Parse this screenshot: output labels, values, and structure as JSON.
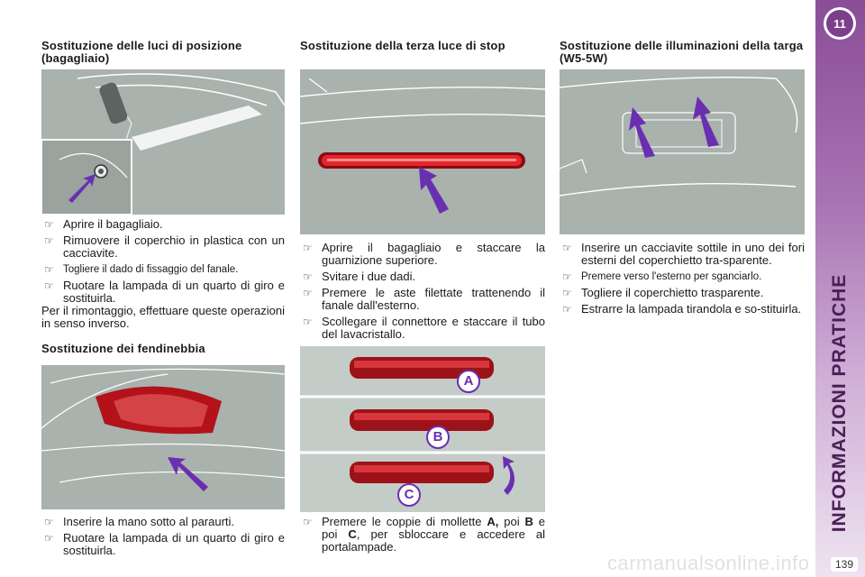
{
  "column1": {
    "section1": {
      "heading": "Sostituzione delle luci di posizione (bagagliaio)",
      "bullets": [
        "Aprire il bagagliaio.",
        "Rimuovere il coperchio in plastica con un cacciavite.",
        "Togliere il dado di fissaggio del fanale.",
        "Ruotare la lampada di un quarto di giro e sostituirla."
      ],
      "paragraph": "Per il rimontaggio, effettuare queste operazioni in senso inverso."
    },
    "section2": {
      "heading": "Sostituzione dei fendinebbia",
      "bullets": [
        "Inserire la mano sotto al paraurti.",
        "Ruotare la lampada di un quarto di giro e sostituirla."
      ]
    }
  },
  "column2": {
    "heading": "Sostituzione della terza luce di stop",
    "bullets": [
      "Aprire il bagagliaio e staccare la guarnizione superiore.",
      "Svitare i due dadi.",
      "Premere le aste filettate trattenendo il fanale dall'esterno.",
      "Scollegare il connettore e staccare il tubo del lavacristallo."
    ],
    "bullet_last": {
      "text_before_A": "Premere le coppie di mollette ",
      "A": "A,",
      "text_before_B": " poi ",
      "B": "B",
      "text_before_C": " e poi ",
      "C": "C",
      "text_after": ", per sbloccare e accedere al portalampade."
    },
    "callouts": [
      "A",
      "B",
      "C"
    ]
  },
  "column3": {
    "heading": "Sostituzione delle illuminazioni della targa (W5-5W)",
    "bullets": [
      "Inserire un cacciavite sottile in uno dei fori esterni del coperchietto tra-sparente.",
      "Premere verso l'esterno per sganciarlo.",
      "Togliere il coperchietto trasparente.",
      "Estrarre la lampada tirandola e so-stituirla."
    ]
  },
  "sidebar": {
    "chapter_number": "11",
    "title": "INFORMAZIONI PRATICHE",
    "page_number": "139"
  },
  "watermark": "carmanualsonline.info",
  "colors": {
    "sidebar_top": "#8a4d97",
    "arrow": "#6a2fb0",
    "photo_bg": "#a9b2ad",
    "lamp_red": "#c0121a"
  },
  "icons": {
    "bullet": "pointing-hand-icon"
  }
}
